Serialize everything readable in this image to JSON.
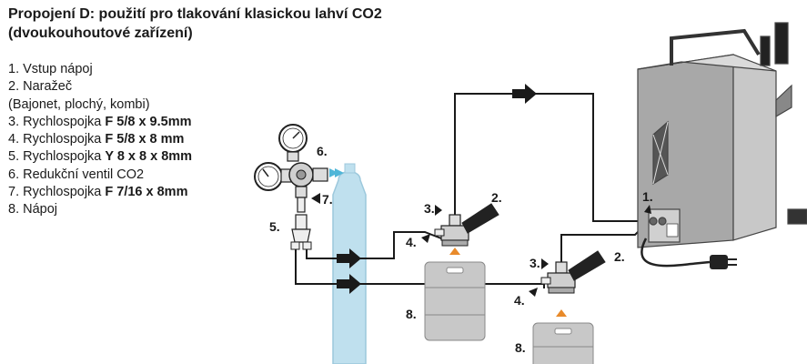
{
  "title": {
    "line1": "Propojení D: použití pro tlakování klasickou lahví CO2",
    "line2": "(dvoukouhoutové zařízení)"
  },
  "legend": [
    {
      "prefix": "1. Vstup nápoj",
      "bold": "",
      "suffix": ""
    },
    {
      "prefix": "2. Naražeč",
      "bold": "",
      "suffix": ""
    },
    {
      "prefix": "(Bajonet, plochý, kombi)",
      "bold": "",
      "suffix": ""
    },
    {
      "prefix": "3. Rychlospojka ",
      "bold": "F 5/8 x 9.5mm",
      "suffix": ""
    },
    {
      "prefix": "4. Rychlospojka ",
      "bold": "F 5/8 x 8 mm",
      "suffix": ""
    },
    {
      "prefix": "5. Rychlospojka ",
      "bold": "Y 8 x 8 x 8mm",
      "suffix": ""
    },
    {
      "prefix": "6. Redukční ventil CO2",
      "bold": "",
      "suffix": ""
    },
    {
      "prefix": "7. Rychlospojka ",
      "bold": "F 7/16 x 8mm",
      "suffix": ""
    },
    {
      "prefix": "8. Nápoj",
      "bold": "",
      "suffix": ""
    }
  ],
  "labels": {
    "n1": "1.",
    "n2a": "2.",
    "n2b": "2.",
    "n3a": "3.",
    "n3b": "3.",
    "n4a": "4.",
    "n4b": "4.",
    "n5": "5.",
    "n6": "6.",
    "n7": "7.",
    "n8a": "8.",
    "n8b": "8."
  },
  "colors": {
    "line": "#1a1a1a",
    "cylinder": "#bfe0ee",
    "cylinder_edge": "#9cc8dc",
    "gas_arrow": "#4fb6d8",
    "keg_arrow": "#e88a2a",
    "keg": "#c8c8c8",
    "cooler": "#b4b4b4",
    "handle": "#222222"
  }
}
